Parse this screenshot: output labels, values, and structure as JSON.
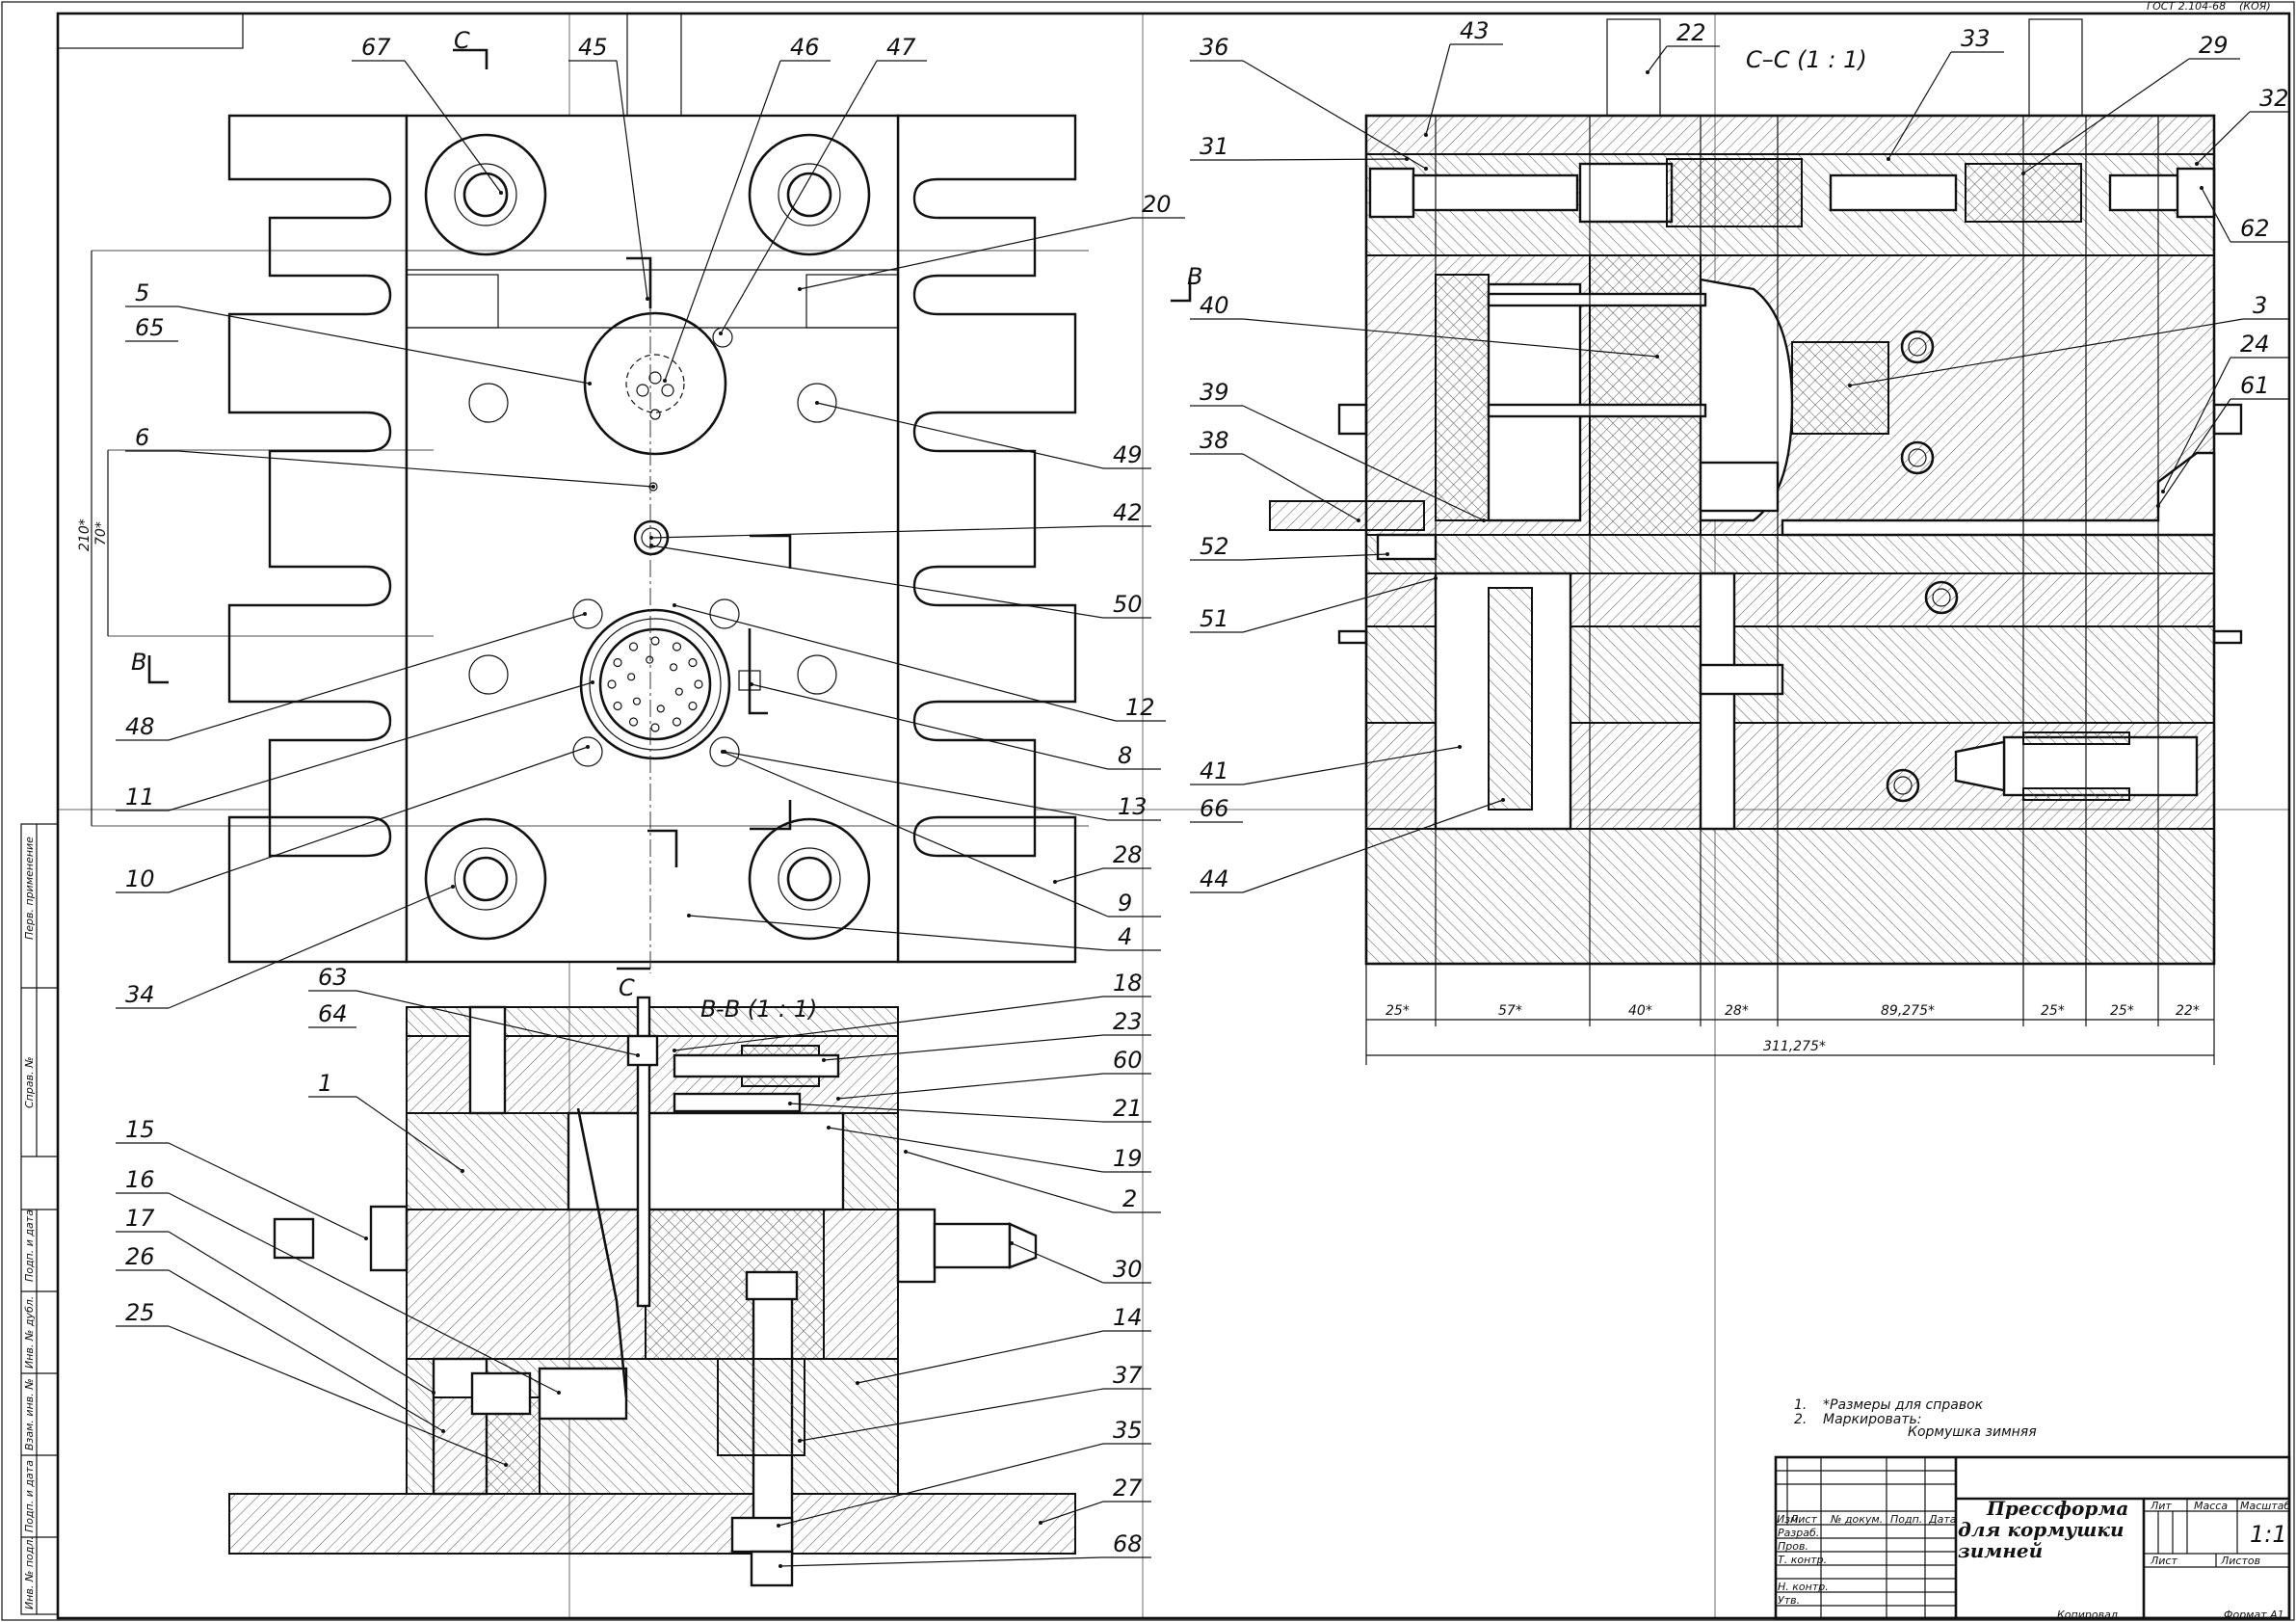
{
  "stamp": {
    "standard": "ГОСТ 2.104-68",
    "form_code": "(КОЯ)",
    "title_lines": [
      "Прессформа",
      "для кормушки",
      "зимней"
    ],
    "scale_label": "Масштаб",
    "mass_label": "Масса",
    "lit_label": "Лит",
    "scale_value": "1:1",
    "sheet_label": "Лист",
    "sheets_label": "Листов",
    "col_izm": "Изм",
    "col_list": "Лист",
    "col_doc": "№ докум.",
    "col_sign": "Подп.",
    "col_date": "Дата",
    "row_razrab": "Разраб.",
    "row_prov": "Пров.",
    "row_tkontr": "Т. контр.",
    "row_nkontr": "Н. контр.",
    "row_utv": "Утв.",
    "copied": "Копировал",
    "format": "Формат А1"
  },
  "notes": {
    "n1_num": "1.",
    "n1_text": "*Размеры для справок",
    "n2_num": "2.",
    "n2_text": "Маркировать:",
    "marking": "Кормушка зимняя"
  },
  "side_frame": {
    "f1": "Перв. применение",
    "f2": "Справ. №",
    "f3": "Подп. и дата",
    "f4": "Инв. № дубл.",
    "f5": "Взам. инв. №",
    "f6": "Подп. и дата",
    "f7": "Инв. № подл."
  },
  "sections": {
    "cc": "C–C  (1 : 1)",
    "bb": "B-B  (1 : 1)",
    "c_mark_top": "C",
    "c_mark_bottom": "C",
    "b_mark_left": "B",
    "b_mark_right": "B"
  },
  "dimensions": {
    "d210": "210*",
    "d70": "70*",
    "d25a": "25*",
    "d57": "57*",
    "d40": "40*",
    "d28": "28*",
    "d89": "89,275*",
    "d25b": "25*",
    "d25c": "25*",
    "d22": "22*",
    "d311": "311,275*"
  },
  "callouts": {
    "c67": "67",
    "c45": "45",
    "c46": "46",
    "c47": "47",
    "c20": "20",
    "c5": "5",
    "c65": "65",
    "c49": "49",
    "c6": "6",
    "c42": "42",
    "c50": "50",
    "c12": "12",
    "c8": "8",
    "c48": "48",
    "c11": "11",
    "c13": "13",
    "c10": "10",
    "c28": "28",
    "c9": "9",
    "c4": "4",
    "c34": "34",
    "c63": "63",
    "c64": "64",
    "c18": "18",
    "c23": "23",
    "c60": "60",
    "c1": "1",
    "c21": "21",
    "c19": "19",
    "c15": "15",
    "c2": "2",
    "c16": "16",
    "c30": "30",
    "c17": "17",
    "c26": "26",
    "c14": "14",
    "c25": "25",
    "c37": "37",
    "c35": "35",
    "c27": "27",
    "c68": "68",
    "c36": "36",
    "c43": "43",
    "c22": "22",
    "c33": "33",
    "c29": "29",
    "c32": "32",
    "c31": "31",
    "c62": "62",
    "c40": "40",
    "c3": "3",
    "c24": "24",
    "c61": "61",
    "c39": "39",
    "c38": "38",
    "c52": "52",
    "c51": "51",
    "c41": "41",
    "c66": "66",
    "c44": "44"
  }
}
